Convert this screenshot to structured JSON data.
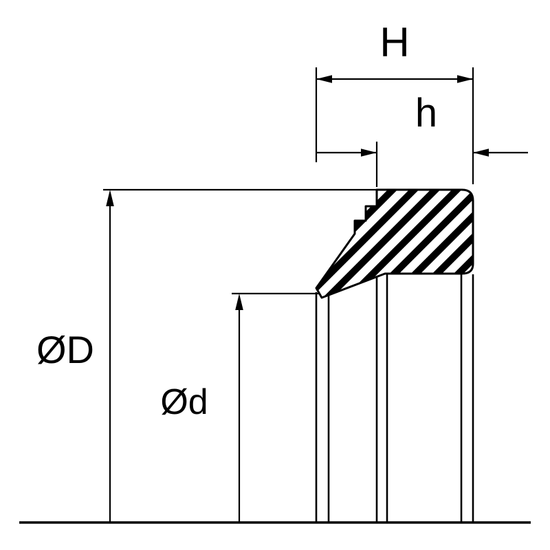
{
  "diagram": {
    "labels": {
      "total_width": "H",
      "lip_width": "h",
      "outer_diameter": "ØD",
      "inner_diameter": "Ød"
    },
    "colors": {
      "line": "#000000",
      "background": "#ffffff",
      "hatch": "#000000"
    }
  }
}
